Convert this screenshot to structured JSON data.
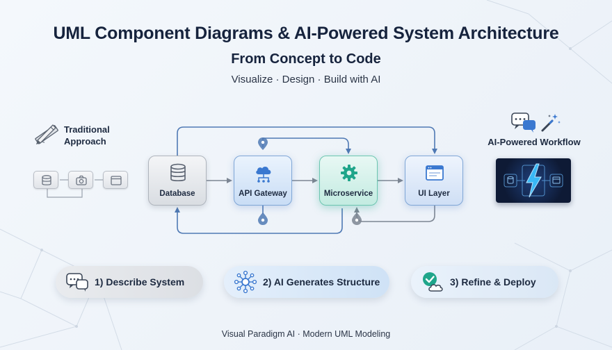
{
  "title": "UML Component Diagrams & AI-Powered System Architecture",
  "subtitle": "From Concept to Code",
  "tagline": "Visualize · Design · Build with AI",
  "traditional": {
    "label": "Traditional Approach",
    "icon": "pencil-ruler-icon",
    "mini_boxes": [
      "database-icon",
      "camera-icon",
      "window-icon"
    ]
  },
  "components": [
    {
      "label": "Database",
      "icon": "database-icon",
      "color": "#d9dde2"
    },
    {
      "label": "API Gateway",
      "icon": "cloud-network-icon",
      "color": "#3a78d0"
    },
    {
      "label": "Microservice",
      "icon": "gear-icon",
      "color": "#1fa58a"
    },
    {
      "label": "UI Layer",
      "icon": "window-icon",
      "color": "#3a78d0"
    }
  ],
  "ai_workflow": {
    "label": "AI-Powered Workflow",
    "icons": [
      "chat-bubbles-icon",
      "magic-wand-icon"
    ],
    "panel_icon": "lightning-icon"
  },
  "steps": [
    {
      "label": "1) Describe System",
      "icon": "chat-bubbles-icon"
    },
    {
      "label": "2) AI Generates Structure",
      "icon": "network-nodes-icon"
    },
    {
      "label": "3) Refine & Deploy",
      "icon": "check-cloud-icon"
    }
  ],
  "footer": "Visual Paradigm AI · Modern UML Modeling",
  "colors": {
    "title": "#16233d",
    "connector": "#4f79b4",
    "accent_blue": "#3a78d0",
    "accent_teal": "#1fa58a",
    "bolt": "#39b8f5"
  }
}
